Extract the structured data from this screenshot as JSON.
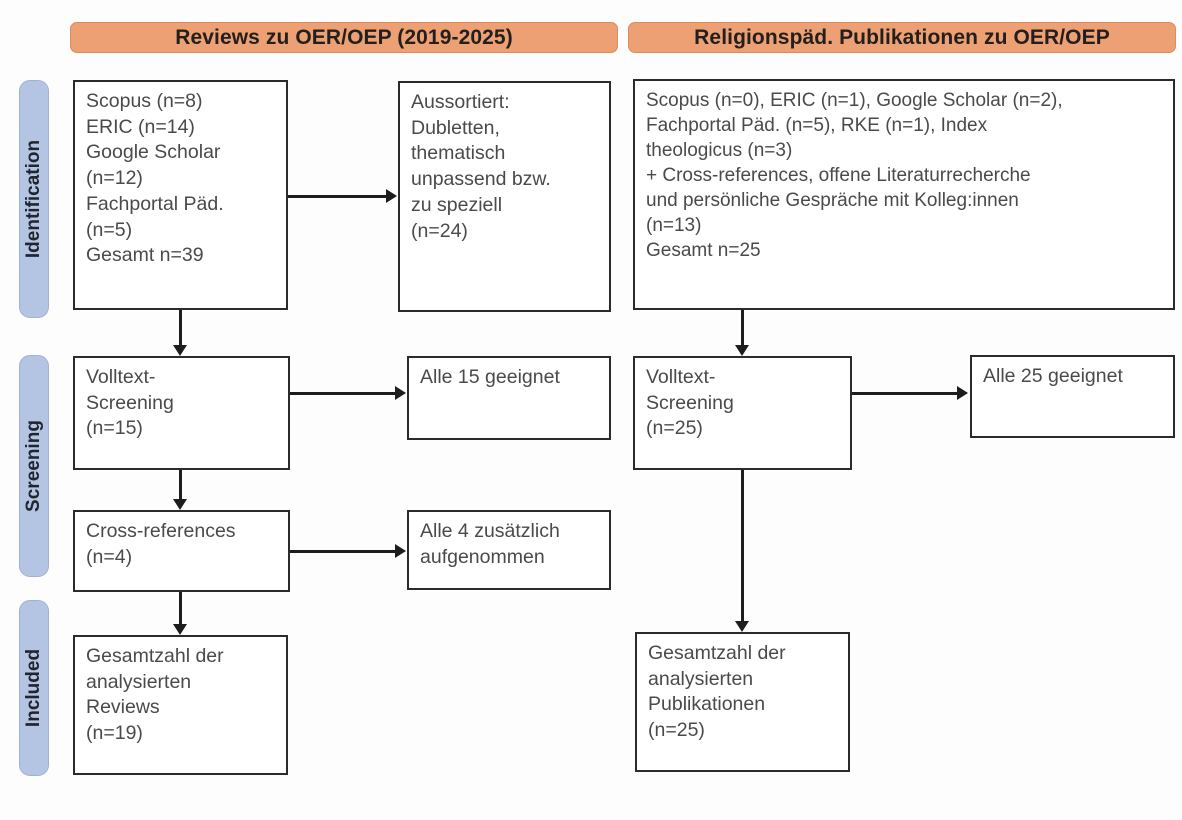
{
  "diagram": {
    "type": "prisma-flow-diagram",
    "columns": [
      {
        "id": "left",
        "header": "Reviews zu OER/OEP (2019-2025)"
      },
      {
        "id": "right",
        "header": "Religionspäd. Publikationen zu OER/OEP"
      }
    ],
    "stages": [
      {
        "id": "identification",
        "label": "Identification"
      },
      {
        "id": "screening",
        "label": "Screening"
      },
      {
        "id": "included",
        "label": "Included"
      }
    ],
    "boxes": {
      "left_identification": "Scopus (n=8)\nERIC (n=14)\nGoogle Scholar\n(n=12)\nFachportal Päd.\n(n=5)\nGesamt n=39",
      "left_excluded": "Aussortiert:\nDubletten,\nthematisch\nunpassend bzw.\nzu speziell\n(n=24)",
      "left_screening": "Volltext-\nScreening\n(n=15)",
      "left_screening_result": "Alle 15 geeignet",
      "left_crossrefs": "Cross-references\n(n=4)",
      "left_crossrefs_result": "Alle 4 zusätzlich\naufgenommen",
      "left_included": "Gesamtzahl der\nanalysierten\nReviews\n(n=19)",
      "right_identification": "Scopus (n=0), ERIC (n=1), Google Scholar (n=2),\nFachportal Päd. (n=5), RKE (n=1), Index\ntheologicus (n=3)\n+ Cross-references, offene Literaturrecherche\nund persönliche Gespräche mit Kolleg:innen\n(n=13)\nGesamt n=25",
      "right_screening": "Volltext-\nScreening\n(n=25)",
      "right_screening_result": "Alle 25 geeignet",
      "right_included": "Gesamtzahl der\nanalysierten\nPublikationen\n(n=25)"
    },
    "colors": {
      "header_bar": "#eda073",
      "stage_pill": "#b4c5e4",
      "box_border": "#2b2b2b",
      "text": "#4a4a4a",
      "connector": "#1d1d1d"
    }
  }
}
